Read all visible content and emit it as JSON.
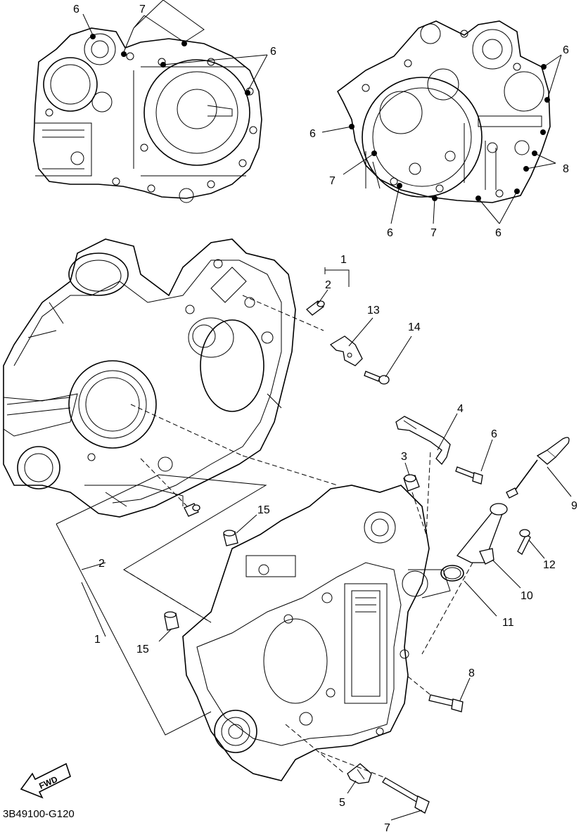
{
  "diagram_code": "3B49100-G120",
  "fwd_label": "FWD",
  "callouts": {
    "top_left": [
      "6",
      "7",
      "6"
    ],
    "top_right": [
      "6",
      "6",
      "7",
      "8",
      "6",
      "7",
      "6"
    ],
    "main": [
      "1",
      "2",
      "13",
      "14",
      "4",
      "6",
      "3",
      "9",
      "15",
      "12",
      "2",
      "10",
      "11",
      "1",
      "15",
      "8",
      "5",
      "7"
    ]
  }
}
